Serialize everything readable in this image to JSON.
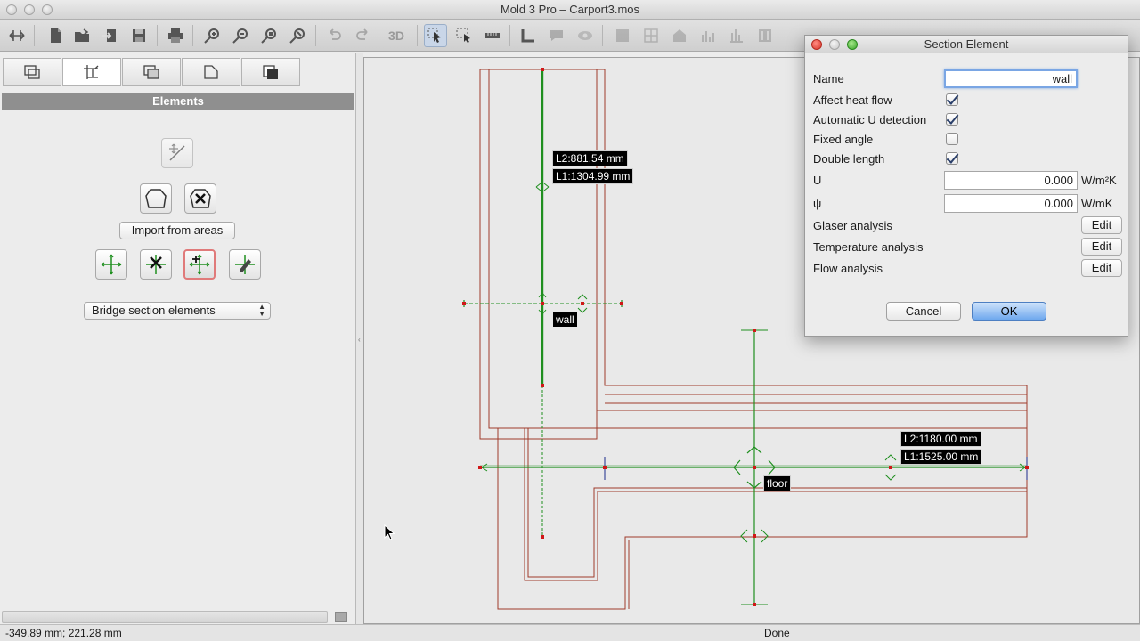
{
  "window": {
    "title": "Mold 3 Pro – Carport3.mos"
  },
  "toolbar": {
    "three_d_label": "3D"
  },
  "left_panel": {
    "elements_header": "Elements",
    "import_button": "Import from areas",
    "bridge_select": "Bridge section elements"
  },
  "canvas": {
    "wall_dim_l2": "L2:881.54 mm",
    "wall_dim_l1": "L1:1304.99 mm",
    "wall_label": "wall",
    "floor_dim_l2": "L2:1180.00 mm",
    "floor_dim_l1": "L1:1525.00 mm",
    "floor_label": "floor",
    "colors": {
      "outline": "#a03a2a",
      "section_line": "#1f8f1f",
      "node": "#d01818"
    }
  },
  "statusbar": {
    "coords": "-349.89 mm; 221.28 mm",
    "status": "Done"
  },
  "dialog": {
    "title": "Section Element",
    "name_label": "Name",
    "name_value": "wall",
    "affect_heat_flow_label": "Affect heat flow",
    "affect_heat_flow_checked": true,
    "auto_u_label": "Automatic U detection",
    "auto_u_checked": true,
    "fixed_angle_label": "Fixed angle",
    "fixed_angle_checked": false,
    "double_length_label": "Double length",
    "double_length_checked": true,
    "u_label": "U",
    "u_value": "0.000",
    "u_unit": "W/m²K",
    "psi_label": "ψ",
    "psi_value": "0.000",
    "psi_unit": "W/mK",
    "glaser_label": "Glaser analysis",
    "temperature_label": "Temperature analysis",
    "flow_label": "Flow analysis",
    "edit_label": "Edit",
    "cancel_label": "Cancel",
    "ok_label": "OK"
  }
}
